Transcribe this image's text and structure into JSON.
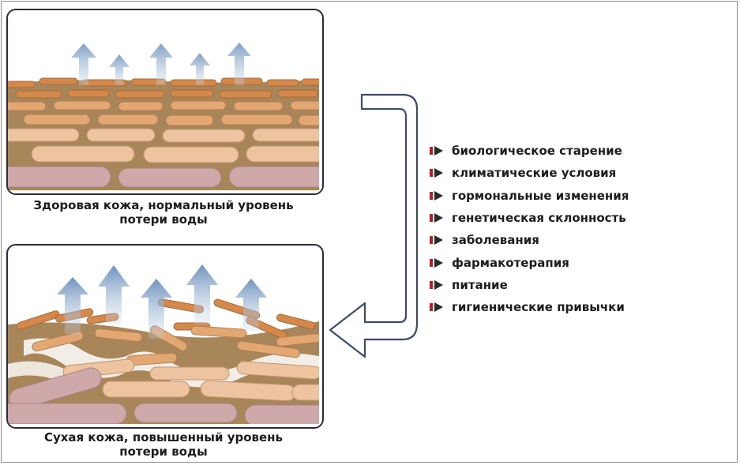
{
  "panels": [
    {
      "id": "healthy",
      "caption_line1": "Здоровая кожа, нормальный уровень",
      "caption_line2": "потери воды"
    },
    {
      "id": "dry",
      "caption_line1": "Сухая кожа, повышенный уровень",
      "caption_line2": "потери воды"
    }
  ],
  "factors": [
    "биологическое старение",
    "климатические условия",
    "гормональные изменения",
    "генетическая склонность",
    "заболевания",
    "фармакотерапия",
    "питание",
    "гигиенические привычки"
  ],
  "colors": {
    "panel_border": "#2b2b3f",
    "top_cell": "#d4884c",
    "mid_cell": "#e8b88e",
    "deep_cell": "#c9a3a3",
    "matrix": "#a8865a",
    "arrow": "#8aa6c6",
    "bullet_red": "#b0202c",
    "bullet_dark": "#2a2a2a"
  },
  "icons": {
    "bullet": "red-bar-triangle-icon",
    "water_arrow": "up-arrow-icon",
    "flow": "return-arrow-icon"
  }
}
